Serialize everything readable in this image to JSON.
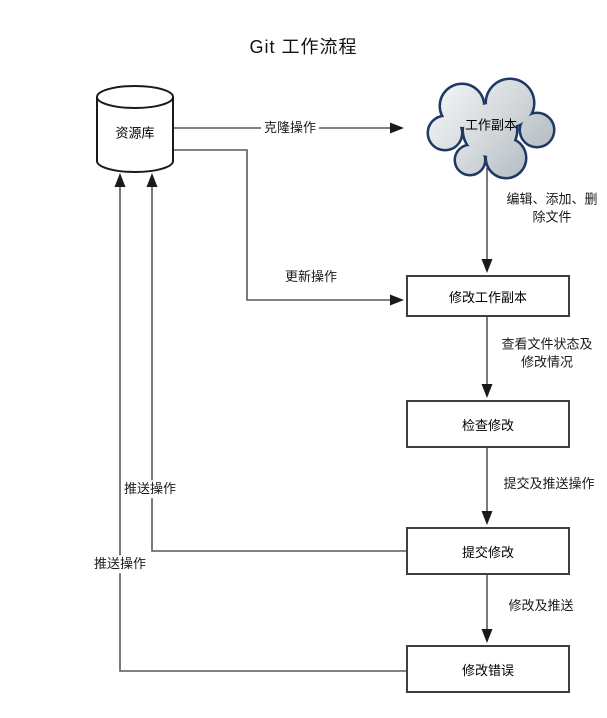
{
  "title": "Git 工作流程",
  "colors": {
    "background": "#ffffff",
    "connector_line": "#595959",
    "arrowhead": "#1a1a1a",
    "box_border": "#3f3f3f",
    "box_fill": "#ffffff",
    "cylinder_border": "#1a1a1a",
    "cloud_border": "#1f3864",
    "cloud_fill_light": "#eef1f3",
    "cloud_fill_dark": "#adb6bd",
    "text": "#000000"
  },
  "nodes": {
    "repository": {
      "label": "资源库",
      "shape": "cylinder"
    },
    "working_copy": {
      "label": "工作副本",
      "shape": "cloud"
    },
    "modify_working_copy": {
      "label": "修改工作副本",
      "shape": "rect"
    },
    "check_changes": {
      "label": "检查修改",
      "shape": "rect"
    },
    "commit_changes": {
      "label": "提交修改",
      "shape": "rect"
    },
    "fix_errors": {
      "label": "修改错误",
      "shape": "rect"
    }
  },
  "edges": {
    "clone": {
      "label": "克隆操作",
      "from": "repository",
      "to": "working_copy"
    },
    "edit_add_delete": {
      "label": "编辑、添加、删除文件",
      "from": "working_copy",
      "to": "modify_working_copy"
    },
    "update": {
      "label": "更新操作",
      "from": "repository",
      "to": "modify_working_copy"
    },
    "view_status": {
      "label": "查看文件状态及修改情况",
      "from": "modify_working_copy",
      "to": "check_changes"
    },
    "commit_and_push": {
      "label": "提交及推送操作",
      "from": "check_changes",
      "to": "commit_changes"
    },
    "modify_and_push": {
      "label": "修改及推送",
      "from": "commit_changes",
      "to": "fix_errors"
    },
    "push_from_commit": {
      "label": "推送操作",
      "from": "commit_changes",
      "to": "repository"
    },
    "push_from_fix": {
      "label": "推送操作",
      "from": "fix_errors",
      "to": "repository"
    }
  }
}
